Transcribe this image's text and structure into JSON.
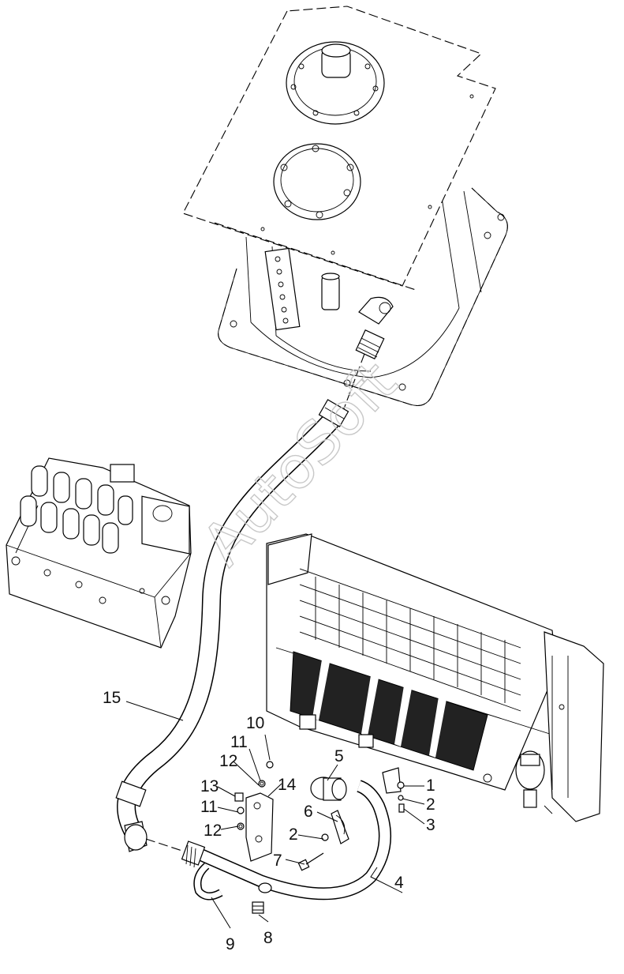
{
  "watermark": "AutoSoft",
  "callouts": {
    "c1": "1",
    "c2a": "2",
    "c2b": "2",
    "c3": "3",
    "c4": "4",
    "c5": "5",
    "c6": "6",
    "c7": "7",
    "c8": "8",
    "c9": "9",
    "c10": "10",
    "c11a": "11",
    "c11b": "11",
    "c12a": "12",
    "c12b": "12",
    "c13": "13",
    "c14": "14",
    "c15": "15"
  }
}
